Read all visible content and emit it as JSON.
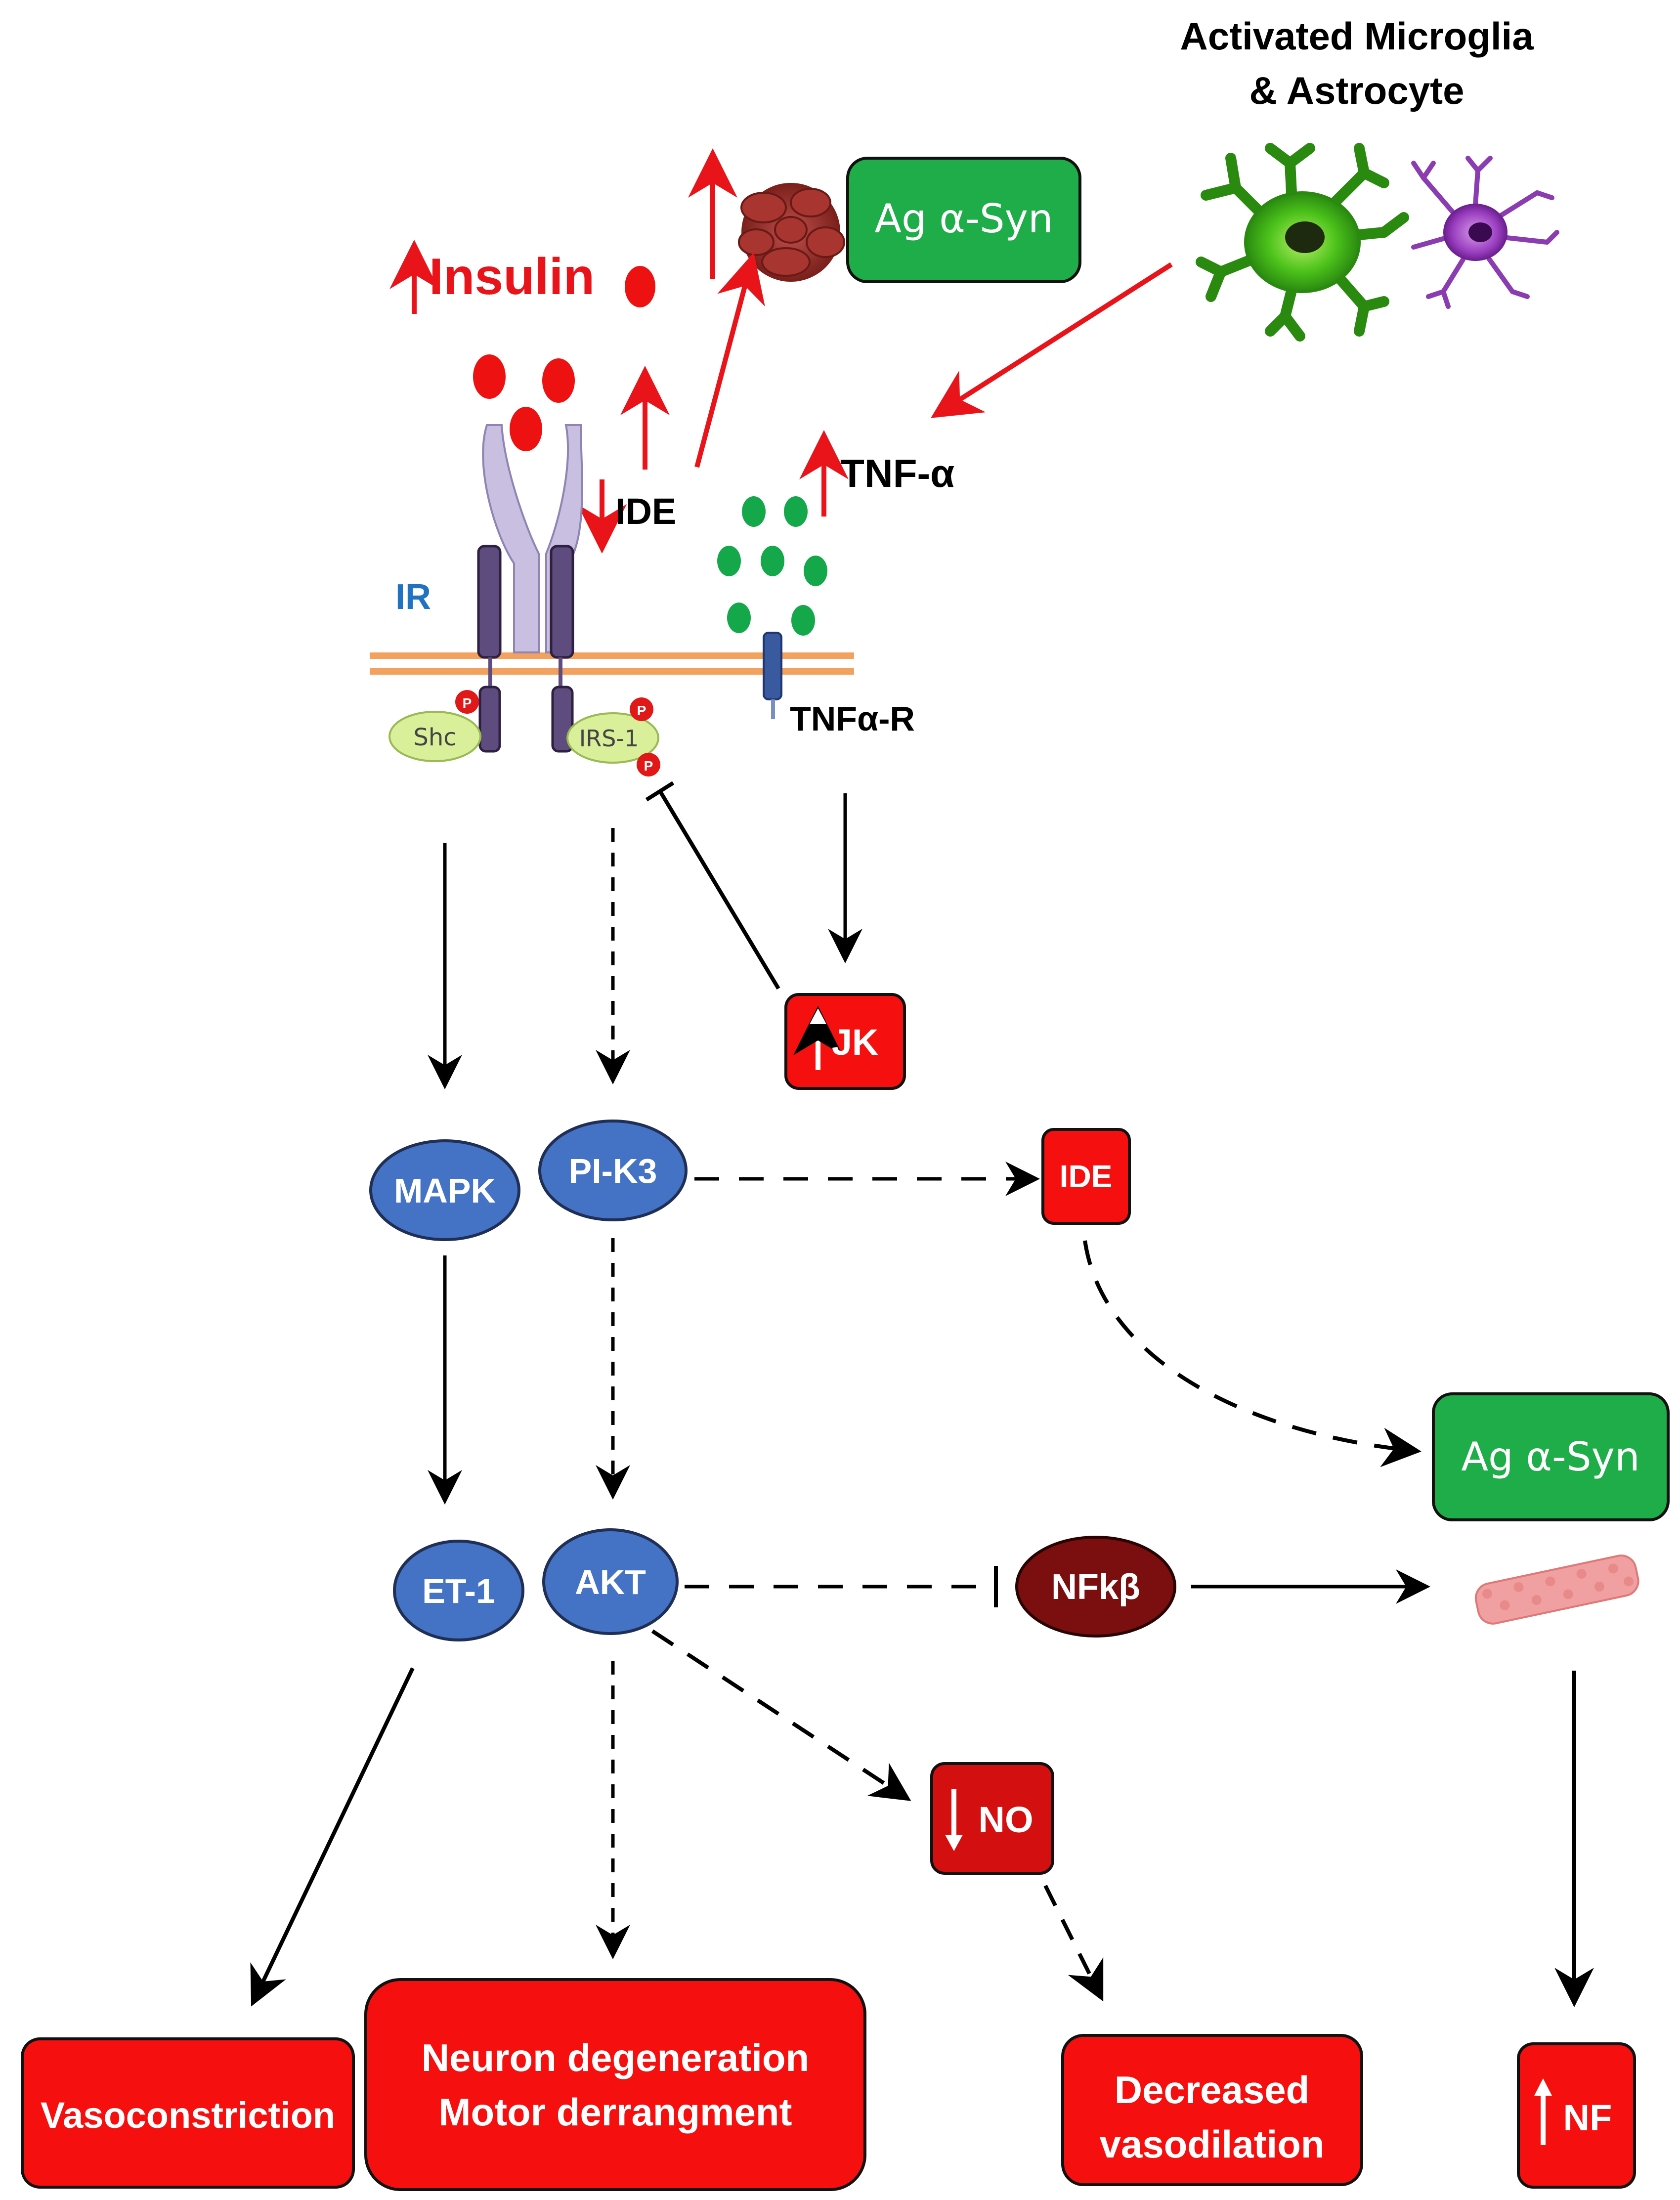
{
  "header": {
    "cells_label_line1": "Activated Microglia",
    "cells_label_line2": "& Astrocyte"
  },
  "top": {
    "insulin": "Insulin",
    "ag_syn_top": "Ag α-Syn",
    "tnf_alpha": "TNF-α",
    "ide_top": "IDE",
    "ir": "IR",
    "tnf_receptor": "TNFα-R",
    "shc": "Shc",
    "irs1": "IRS-1",
    "phospho": "P"
  },
  "nodes": {
    "jk": "JK",
    "mapk": "MAPK",
    "pi_k3": "PI-K3",
    "ide_mid": "IDE",
    "ag_syn_mid": "Ag α-Syn",
    "et1": "ET-1",
    "akt": "AKT",
    "nfkb": "NFkβ",
    "no": "NO"
  },
  "outcomes": {
    "vasoconstriction": "Vasoconstriction",
    "neuron_line1": "Neuron degeneration",
    "neuron_line2": "Motor derrangment",
    "decreased_line1": "Decreased",
    "decreased_line2": "vasodilation",
    "nf": "NF"
  },
  "colors": {
    "red_box": "#f50f0f",
    "green_box": "#1fad4a",
    "blue_node": "#4472c4",
    "dark_red_node": "#7b0f0f",
    "arrow_red": "#e8141a",
    "membrane": "#f2a25e",
    "receptor": "#c9bfe0",
    "green_dot": "#14a84b",
    "label_blue": "#1f73c0"
  }
}
